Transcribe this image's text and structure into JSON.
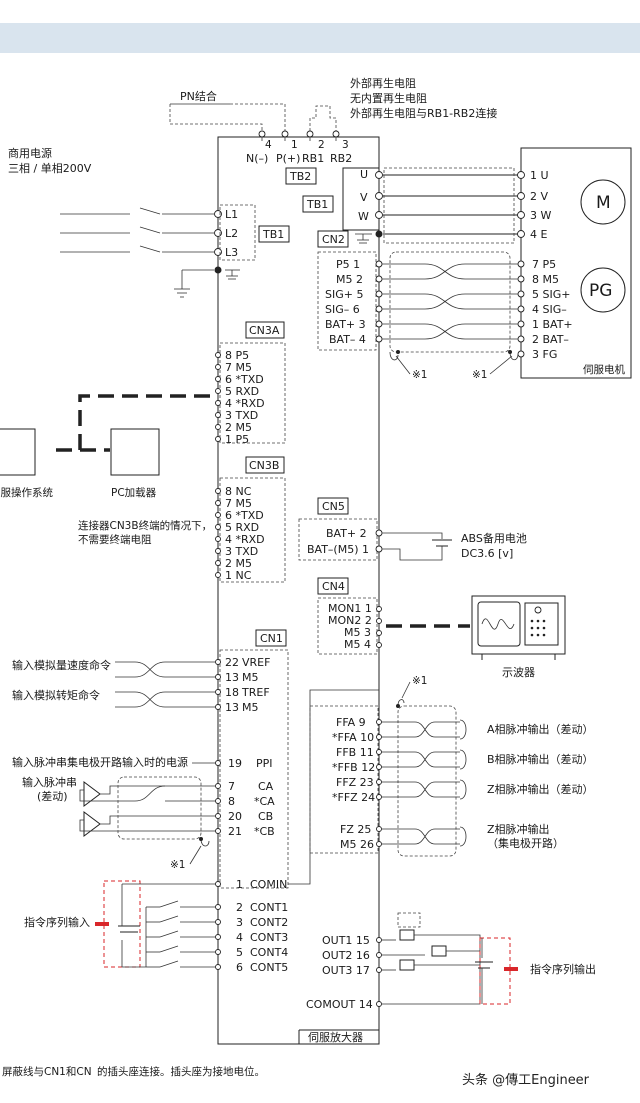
{
  "top_notes": {
    "pn_label": "PN结合",
    "regen_1": "外部再生电阻",
    "regen_2": "无内置再生电阻",
    "regen_3": "外部再生电阻与RB1-RB2连接",
    "terminal_nums": [
      "4",
      "1",
      "2",
      "3"
    ],
    "terminal_names": [
      "N(–)",
      "P(+)",
      "RB1",
      "RB2"
    ]
  },
  "power": {
    "title": "商用电源",
    "subtitle": "三相 / 单相200V",
    "phases": [
      "L1",
      "L2",
      "L3"
    ]
  },
  "blocks": {
    "tb2": "TB2",
    "tb1_top": "TB1",
    "tb1_left": "TB1",
    "cn2": "CN2",
    "cn3a": "CN3A",
    "cn3b": "CN3B",
    "cn5": "CN5",
    "cn4": "CN4",
    "cn1": "CN1"
  },
  "motor": {
    "uvw_left": [
      "U",
      "V",
      "W"
    ],
    "uvw_right": [
      "1 U",
      "2 V",
      "3 W",
      "4 E"
    ],
    "m_label": "M",
    "pg_label": "PG",
    "caption": "伺服电机"
  },
  "cn2_left": [
    "P5  1",
    "M5  2",
    "SIG+  5",
    "SIG–  6",
    "BAT+  3",
    "BAT–  4"
  ],
  "cn2_right": [
    "7 P5",
    "8 M5",
    "5 SIG+",
    "4 SIG–",
    "1 BAT+",
    "2 BAT–",
    "3 FG"
  ],
  "note_mark": "※1",
  "cn3a_pins": [
    "8  P5",
    "7  M5",
    "6 *TXD",
    "5  RXD",
    "4 *RXD",
    "3  TXD",
    "2  M5",
    "1  P5"
  ],
  "cn3b_pins": [
    "8  NC",
    "7  M5",
    "6 *TXD",
    "5  RXD",
    "4 *RXD",
    "3  TXD",
    "2  M5",
    "1  NC"
  ],
  "devices": {
    "servo_os": "伺服操作系统",
    "pc_loader": "PC加载器"
  },
  "cn3b_note_1": "连接器CN3B终端的情况下，",
  "cn3b_note_2": "不需要终端电阻",
  "cn5": {
    "pins": [
      "BAT+  2",
      "BAT–(M5)  1"
    ],
    "battery_1": "ABS备用电池",
    "battery_2": "DC3.6 [v]"
  },
  "cn4": {
    "pins": [
      "MON1  1",
      "MON2  2",
      "M5  3",
      "M5  4"
    ],
    "scope": "示波器"
  },
  "cn1_left": {
    "analog_speed": "输入模拟量速度命令",
    "analog_torque": "输入模拟转矩命令",
    "pulse_power": "输入脉冲串集电极开路输入时的电源",
    "pulse_in_1": "输入脉冲串",
    "pulse_in_2": "(差动)",
    "seq_in": "指令序列输入",
    "pins": [
      {
        "num": "22",
        "name": "VREF"
      },
      {
        "num": "13",
        "name": "M5"
      },
      {
        "num": "18",
        "name": "TREF"
      },
      {
        "num": "13",
        "name": "M5"
      },
      {
        "num": "19",
        "name": "PPI"
      },
      {
        "num": "7",
        "name": "CA"
      },
      {
        "num": "8",
        "name": "*CA"
      },
      {
        "num": "20",
        "name": "CB"
      },
      {
        "num": "21",
        "name": "*CB"
      },
      {
        "num": "1",
        "name": "COMIN"
      },
      {
        "num": "2",
        "name": "CONT1"
      },
      {
        "num": "3",
        "name": "CONT2"
      },
      {
        "num": "4",
        "name": "CONT3"
      },
      {
        "num": "5",
        "name": "CONT4"
      },
      {
        "num": "6",
        "name": "CONT5"
      }
    ]
  },
  "cn1_right": {
    "pins": [
      "FFA  9",
      "*FFA  10",
      "FFB  11",
      "*FFB  12",
      "FFZ  23",
      "*FFZ  24",
      "FZ  25",
      "M5  26",
      "OUT1  15",
      "OUT2  16",
      "OUT3  17",
      "COMOUT  14"
    ],
    "out_a": "A相脉冲输出（差动）",
    "out_b": "B相脉冲输出（差动）",
    "out_z": "Z相脉冲输出（差动）",
    "out_z_oc_1": "Z相脉冲输出",
    "out_z_oc_2": "（集电极开路）",
    "seq_out": "指令序列输出"
  },
  "amp_caption": "伺服放大器",
  "footnote": "屏蔽线与CN1和CN",
  "footnote_2": "的插头座连接。插头座为接地电位。",
  "watermark": "头条 @傳工Engineer"
}
